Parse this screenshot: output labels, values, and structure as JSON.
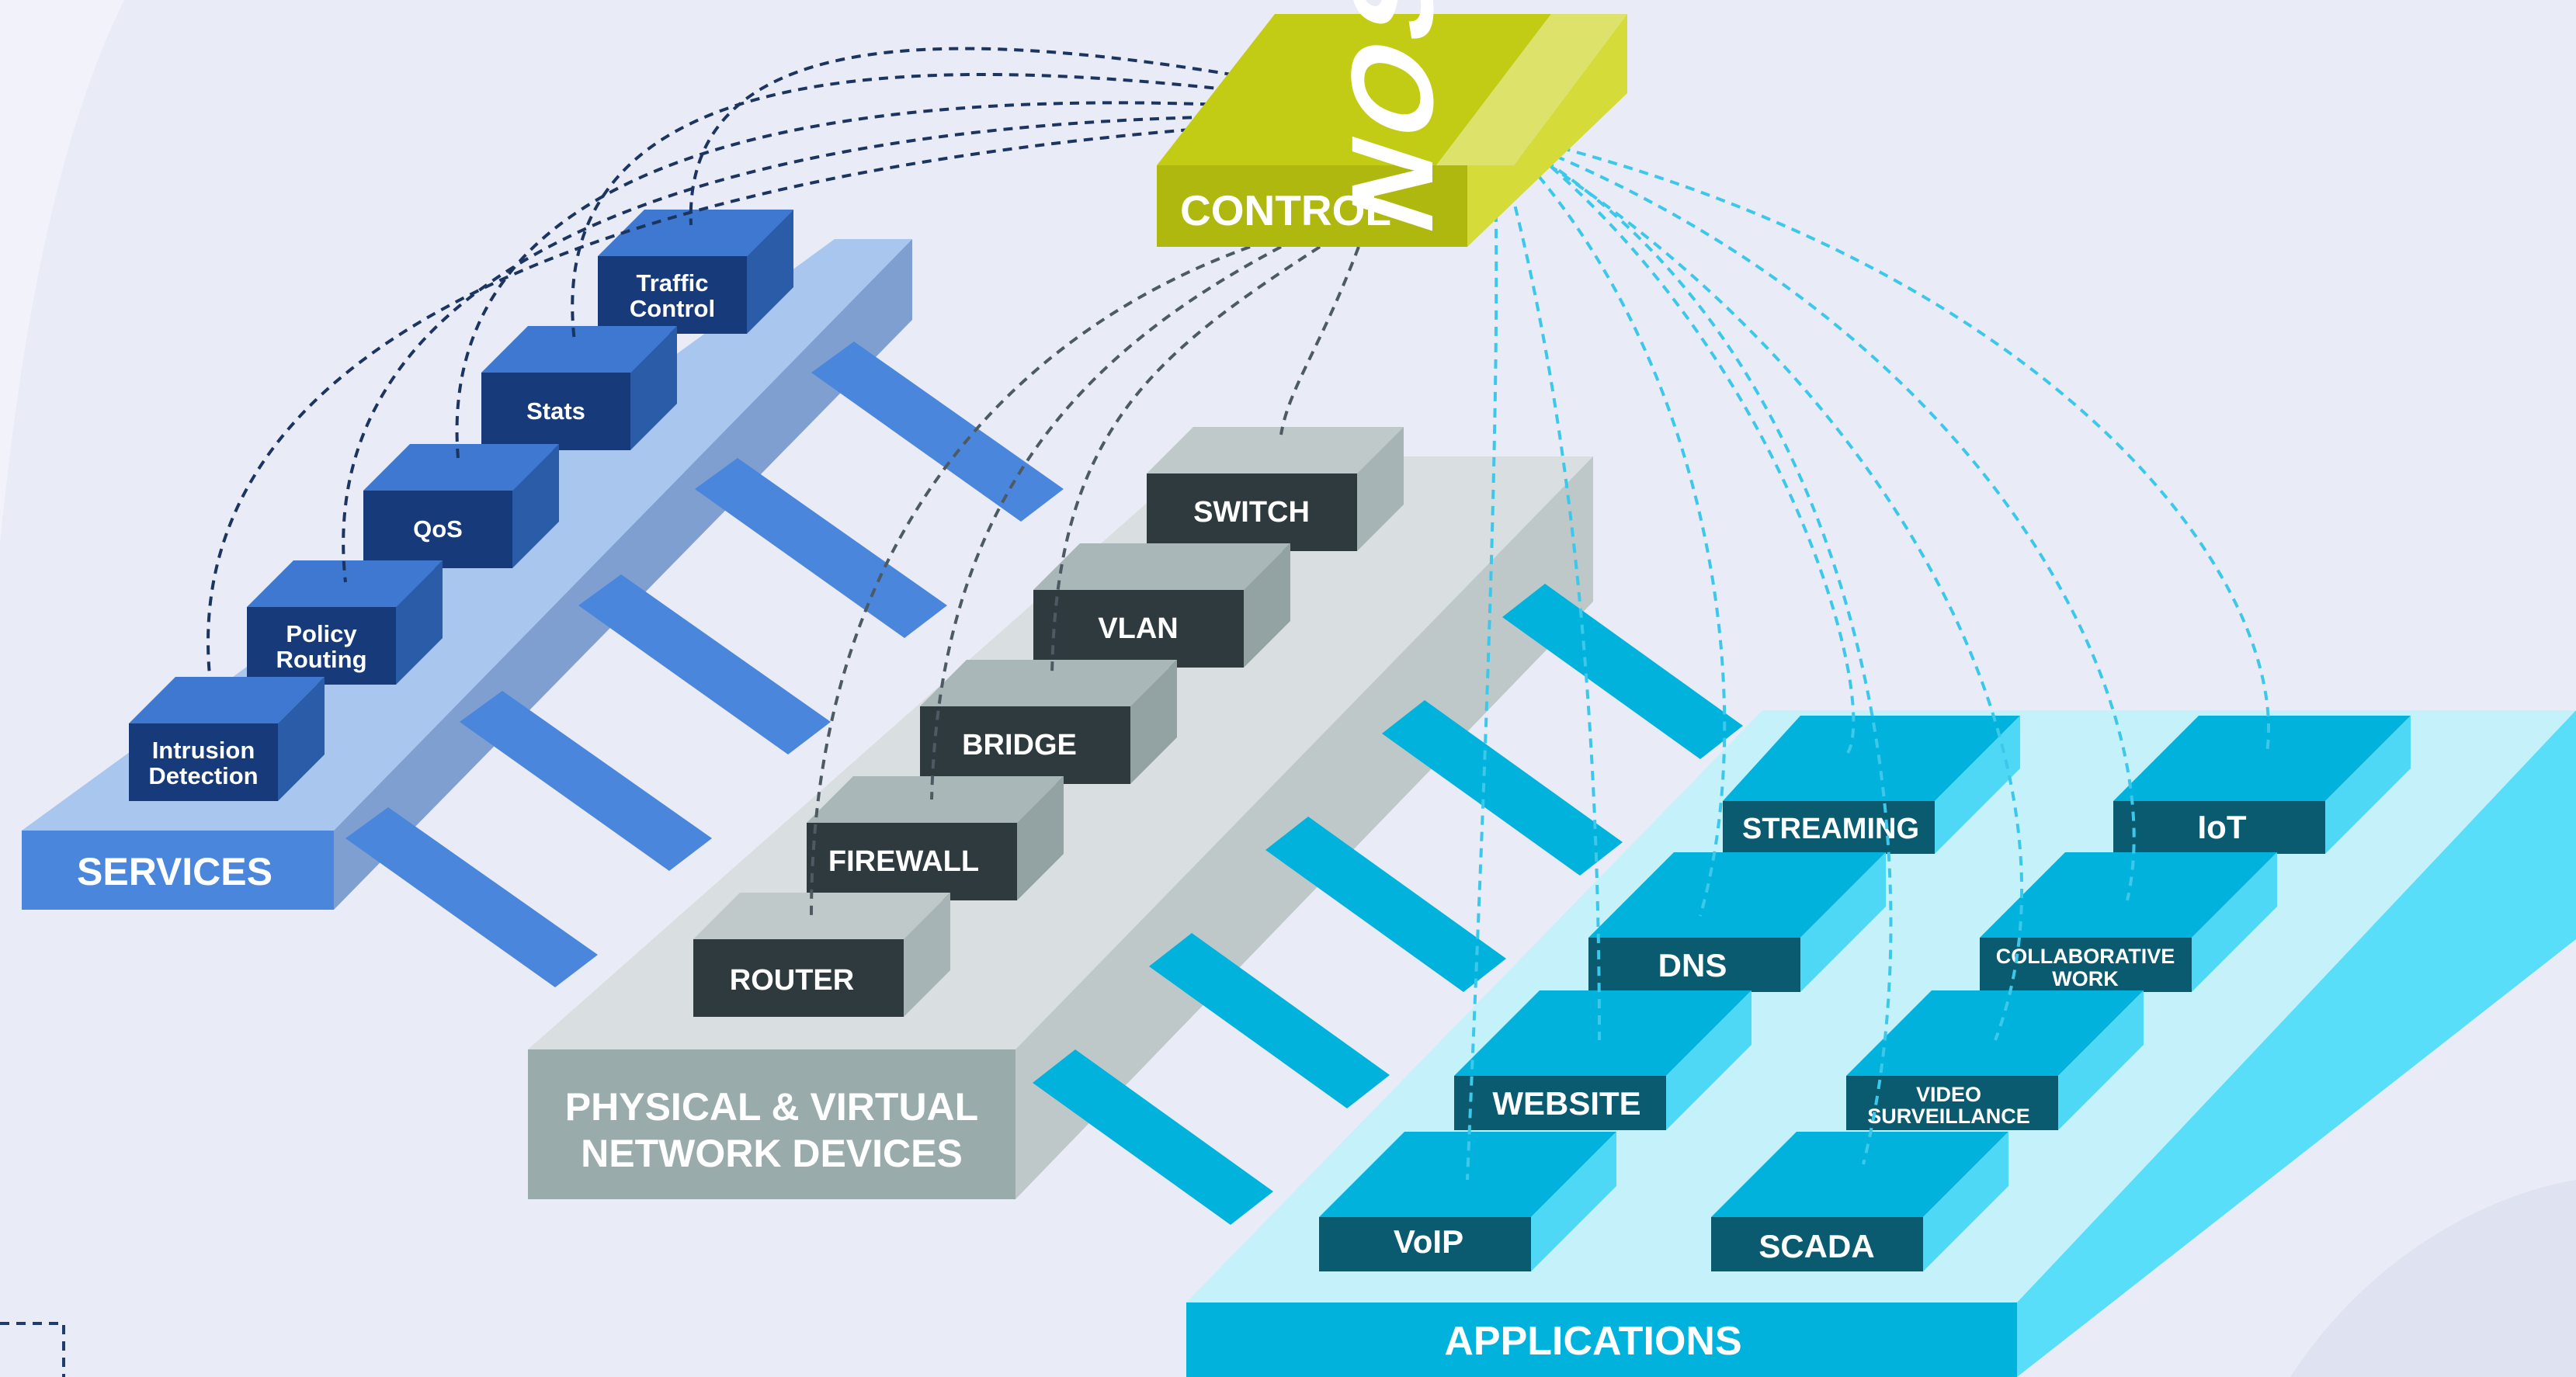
{
  "logo": {
    "text": "NOS"
  },
  "control": {
    "label": "CONTROL"
  },
  "services": {
    "label": "SERVICES",
    "items": [
      {
        "line1": "Traffic",
        "line2": "Control"
      },
      {
        "line1": "Stats",
        "line2": ""
      },
      {
        "line1": "QoS",
        "line2": ""
      },
      {
        "line1": "Policy",
        "line2": "Routing"
      },
      {
        "line1": "Intrusion",
        "line2": "Detection"
      }
    ]
  },
  "devices": {
    "label_line1": "PHYSICAL & VIRTUAL",
    "label_line2": "NETWORK DEVICES",
    "items": [
      "SWITCH",
      "VLAN",
      "BRIDGE",
      "FIREWALL",
      "ROUTER"
    ]
  },
  "applications": {
    "label": "APPLICATIONS",
    "items": [
      {
        "line1": "STREAMING",
        "line2": ""
      },
      {
        "line1": "IoT",
        "line2": ""
      },
      {
        "line1": "DNS",
        "line2": ""
      },
      {
        "line1": "COLLABORATIVE",
        "line2": "WORK"
      },
      {
        "line1": "WEBSITE",
        "line2": ""
      },
      {
        "line1": "VIDEO",
        "line2": "SURVEILLANCE"
      },
      {
        "line1": "VoIP",
        "line2": ""
      },
      {
        "line1": "SCADA",
        "line2": ""
      }
    ]
  },
  "colors": {
    "services_dark": "#173a7a",
    "services_bar": "#4a86dc",
    "devices_dark": "#2e3a3d",
    "devices_label": "#9aabab",
    "apps_teal": "#00b2dc",
    "apps_dark": "#0a5a70",
    "control_green": "#c3cc14"
  }
}
